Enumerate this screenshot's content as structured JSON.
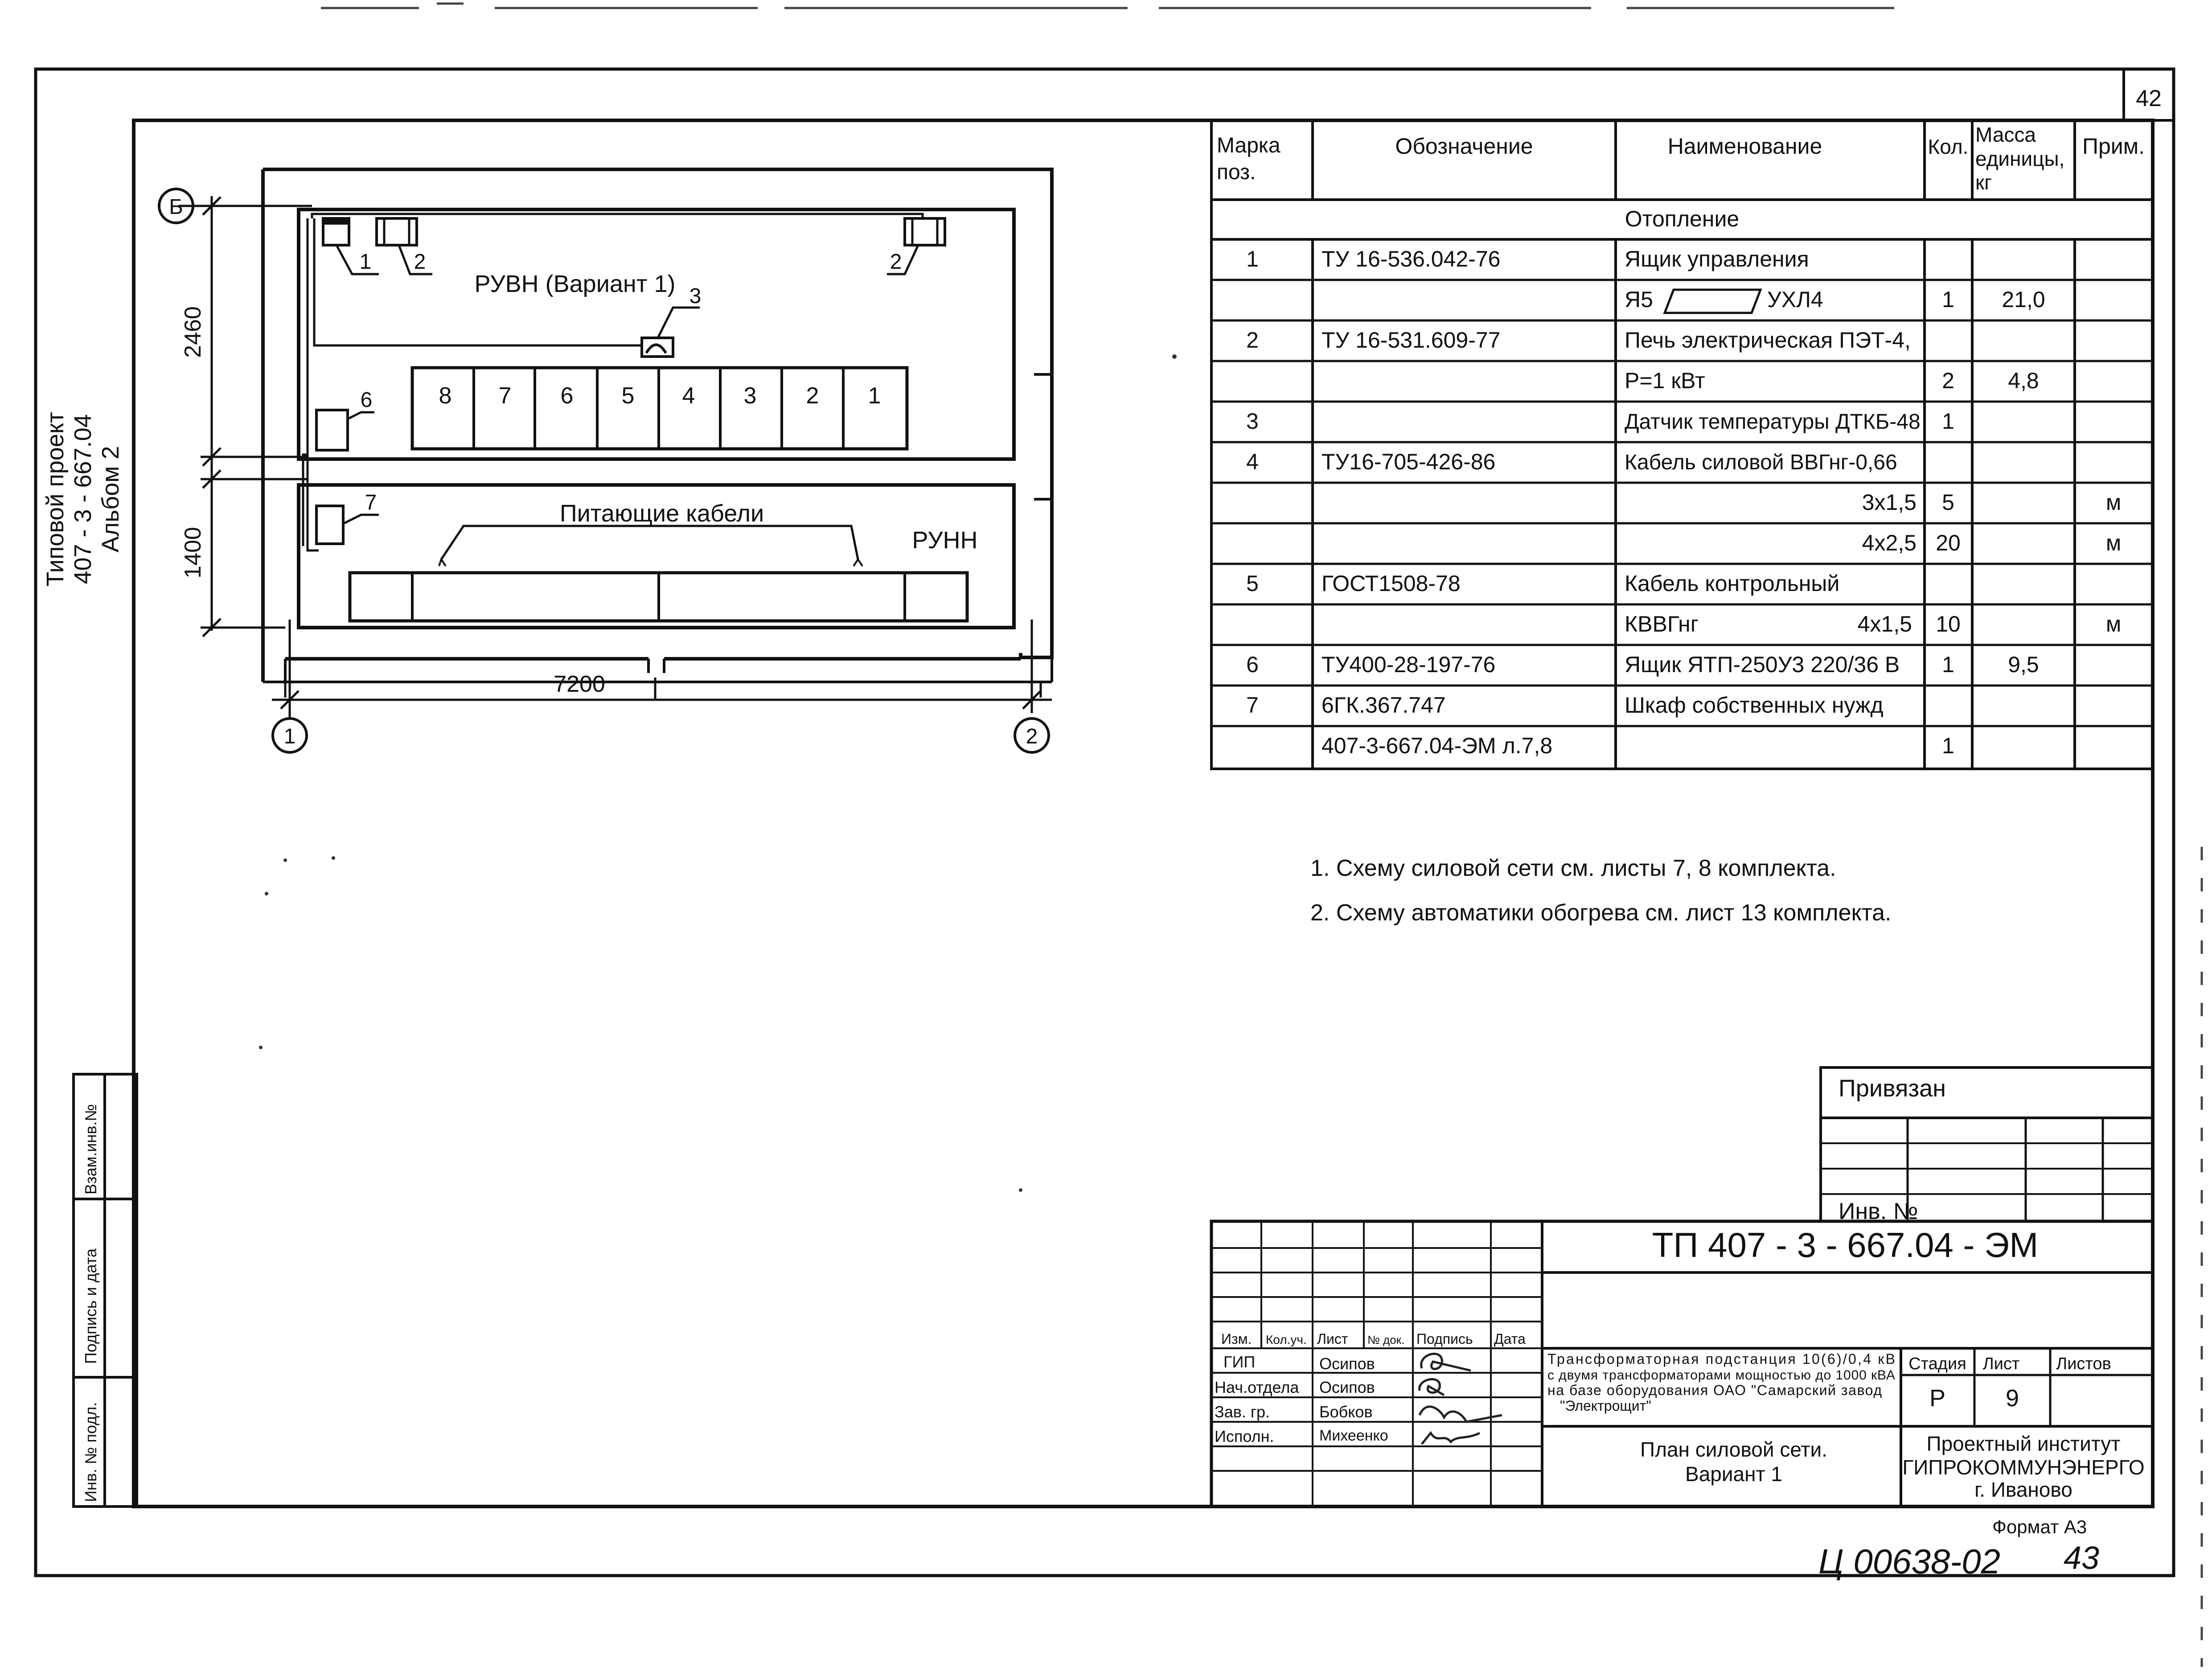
{
  "sheet_number": "42",
  "side_label": {
    "line1": "Типовой проект",
    "line2": "407 - 3 - 667.04",
    "line3": "Альбом 2"
  },
  "side_stamp": {
    "col1": "Взам.инв.№",
    "col2": "Подпись и дата",
    "col3": "Инв. № подл."
  },
  "plan": {
    "axis_b": "Б",
    "axis_1": "1",
    "axis_2": "2",
    "dim_top": "2460",
    "dim_bottom": "1400",
    "dim_width": "7200",
    "room_top_label": "РУВН (Вариант 1)",
    "room_bottom_label": "РУНН",
    "cables_label": "Питающие кабели",
    "cells": [
      "8",
      "7",
      "6",
      "5",
      "4",
      "3",
      "2",
      "1"
    ],
    "callouts": [
      "1",
      "2",
      "2",
      "3",
      "6",
      "7"
    ]
  },
  "spec_table": {
    "headers": {
      "mark": [
        "Марка",
        "поз."
      ],
      "designation": "Обозначение",
      "name": "Наименование",
      "qty": "Кол.",
      "mass": [
        "Масса",
        "единицы,",
        "кг"
      ],
      "note": "Прим."
    },
    "section": "Отопление",
    "rows": [
      {
        "mark": "1",
        "designation": "ТУ 16-536.042-76",
        "name": "Ящик управления",
        "qty": "",
        "mass": "",
        "note": ""
      },
      {
        "mark": "",
        "designation": "",
        "name": "Я5",
        "name_suffix": "УХЛ4",
        "qty": "1",
        "mass": "21,0",
        "note": ""
      },
      {
        "mark": "2",
        "designation": "ТУ 16-531.609-77",
        "name": "Печь электрическая ПЭТ-4,",
        "qty": "",
        "mass": "",
        "note": ""
      },
      {
        "mark": "",
        "designation": "",
        "name": "Р=1 кВт",
        "qty": "2",
        "mass": "4,8",
        "note": ""
      },
      {
        "mark": "3",
        "designation": "",
        "name": "Датчик температуры ДТКБ-48",
        "qty": "1",
        "mass": "",
        "note": ""
      },
      {
        "mark": "4",
        "designation": "ТУ16-705-426-86",
        "name": "Кабель силовой ВВГнг-0,66",
        "qty": "",
        "mass": "",
        "note": ""
      },
      {
        "mark": "",
        "designation": "",
        "name_right": "3х1,5",
        "qty": "5",
        "mass": "",
        "note": "м"
      },
      {
        "mark": "",
        "designation": "",
        "name_right": "4х2,5",
        "qty": "20",
        "mass": "",
        "note": "м"
      },
      {
        "mark": "5",
        "designation": "ГОСТ1508-78",
        "name": "Кабель контрольный",
        "qty": "",
        "mass": "",
        "note": ""
      },
      {
        "mark": "",
        "designation": "",
        "name": "КВВГнг",
        "name_right": "4х1,5",
        "qty": "10",
        "mass": "",
        "note": "м"
      },
      {
        "mark": "6",
        "designation": "ТУ400-28-197-76",
        "name": "Ящик ЯТП-250У3 220/36 В",
        "qty": "1",
        "mass": "9,5",
        "note": ""
      },
      {
        "mark": "7",
        "designation": "6ГК.367.747",
        "name": "Шкаф собственных нужд",
        "qty": "",
        "mass": "",
        "note": ""
      },
      {
        "mark": "",
        "designation": "407-3-667.04-ЭМ л.7,8",
        "name": "",
        "qty": "1",
        "mass": "",
        "note": ""
      }
    ]
  },
  "notes": [
    "1. Схему силовой сети см. листы 7, 8 комплекта.",
    "2. Схему автоматики обогрева см. лист 13 комплекта."
  ],
  "binding": {
    "title": "Привязан",
    "inv": "Инв. №"
  },
  "title_block": {
    "code": "ТП 407 - 3 - 667.04 - ЭМ",
    "col_headers": [
      "Изм.",
      "Кол.уч.",
      "Лист",
      "№ док.",
      "Подпись",
      "Дата"
    ],
    "people": [
      {
        "role": "ГИП",
        "name": "Осипов"
      },
      {
        "role": "Нач.отдела",
        "name": "Осипов"
      },
      {
        "role": "Зав. гр.",
        "name": "Бобков"
      },
      {
        "role": "Исполн.",
        "name": "Михеенко"
      }
    ],
    "object": [
      "Трансформаторная подстанция 10(6)/0,4 кВ",
      "с двумя трансформаторами мощностью до 1000 кВА",
      "на базе оборудования ОАО \"Самарский завод",
      "\"Электрощит\""
    ],
    "stage_label": "Стадия",
    "sheet_label": "Лист",
    "sheets_label": "Листов",
    "stage": "Р",
    "sheet": "9",
    "sheets": "",
    "drawing_title": [
      "План силовой сети.",
      "Вариант 1"
    ],
    "organization": [
      "Проектный институт",
      "ГИПРОКОММУНЭНЕРГО",
      "г. Иваново"
    ]
  },
  "format": "Формат А3",
  "handwritten_code": "Ц 00638-02",
  "handwritten_page": "43"
}
